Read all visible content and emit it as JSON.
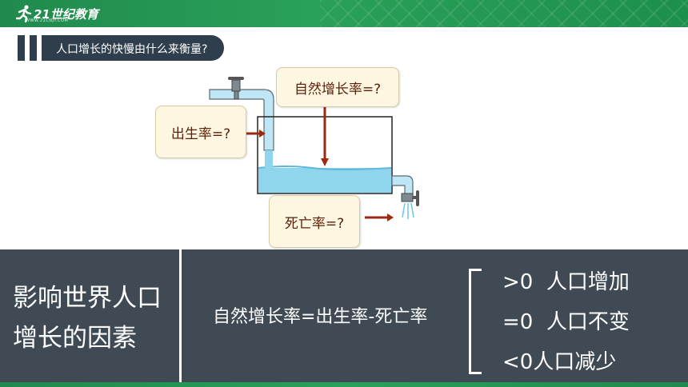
{
  "header": {
    "logo_text": "21世纪教育",
    "logo_sub": "WWW.21CNJY.COM",
    "brand_color": "#2aa05a"
  },
  "question": {
    "text": "人口增长的快慢由什么来衡量?"
  },
  "diagram": {
    "natural_rate_label": "自然增长率=?",
    "birth_rate_label": "出生率=?",
    "death_rate_label": "死亡率=?",
    "arrow_color": "#9b2b10",
    "water_color": "#6cc7ea"
  },
  "bottom": {
    "factors_line1": "影响世界人口",
    "factors_line2": "增长的因素",
    "formula": "自然增长率=出生率-死亡率",
    "result1": ">0  人口增加",
    "result2": "=0  人口不变",
    "result3": "<0人口减少"
  }
}
